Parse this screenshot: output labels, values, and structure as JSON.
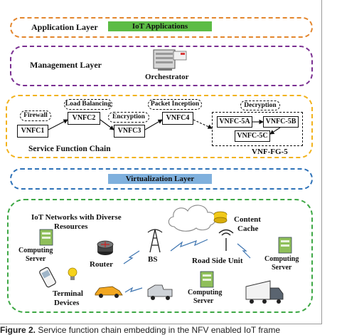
{
  "application_layer": {
    "label": "Application Layer",
    "badge": "IoT Applications"
  },
  "management_layer": {
    "label": "Management Layer",
    "orchestrator": "Orchestrator"
  },
  "sfc": {
    "label": "Service Function Chain",
    "vnfcs": [
      "VNFC1",
      "VNFC2",
      "VNFC3",
      "VNFC4"
    ],
    "functions": [
      "Firewall",
      "Load Balancing",
      "Encryption",
      "Packet Inception",
      "Decryption"
    ],
    "fg": {
      "items": [
        "VNFC-5A",
        "VNFC-5B",
        "VNFC-5C"
      ],
      "label": "VNF-FG-5"
    }
  },
  "virtualization_layer": {
    "badge": "Virtualization Layer"
  },
  "iot_layer": {
    "title_line1": "IoT Networks with Diverse",
    "title_line2": "Resources",
    "content_cache_1": "Content",
    "content_cache_2": "Cache",
    "computing_server_left_1": "Computing",
    "computing_server_left_2": "Server",
    "router": "Router",
    "bs": "BS",
    "road_side_unit": "Road Side Unit",
    "computing_server_right_1": "Computing",
    "computing_server_right_2": "Server",
    "terminal_devices_1": "Terminal",
    "terminal_devices_2": "Devices",
    "computing_server_bottom_1": "Computing",
    "computing_server_bottom_2": "Server"
  },
  "caption": {
    "prefix": "Figure 2.",
    "text": "Service function chain embedding in the NFV enabled IoT frame"
  },
  "colors": {
    "application": "#e3862d",
    "management": "#7a2f91",
    "sfc": "#f2b21c",
    "virtualization": "#2e72b8",
    "iot": "#3ea845",
    "iot_badge": "#5cbc45",
    "virt_badge": "#7fb0dd"
  }
}
